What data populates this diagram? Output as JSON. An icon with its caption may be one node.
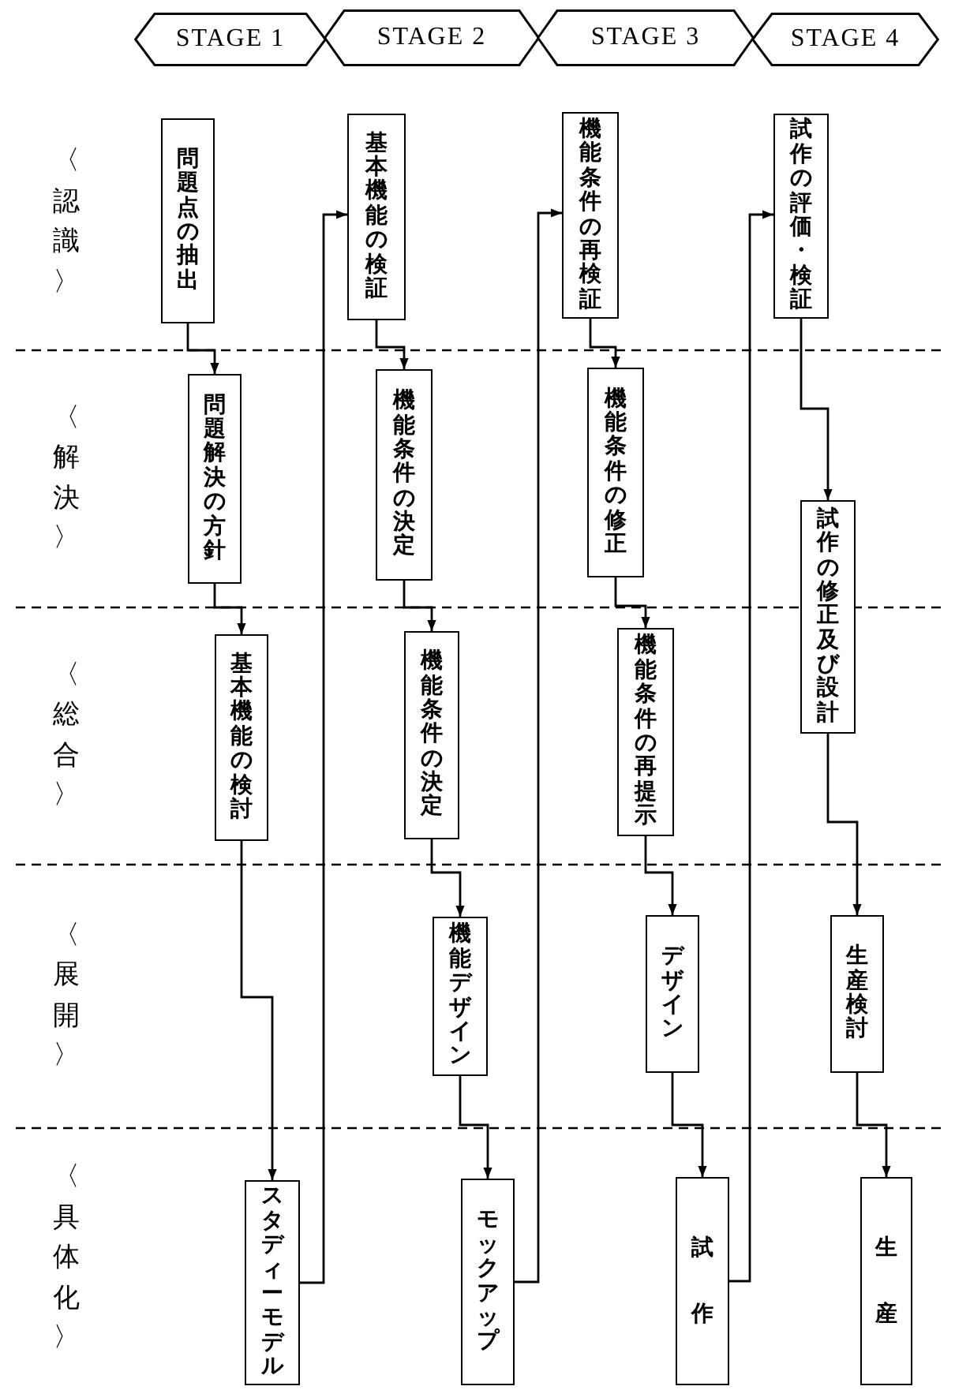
{
  "diagram": {
    "nodes": [
      {
        "text": [
          "STAGE 1"
        ]
      },
      {
        "text": [
          "STAGE 2"
        ]
      },
      {
        "text": [
          "STAGE 3"
        ]
      },
      {
        "text": [
          "STAGE 4"
        ]
      },
      {
        "text": [
          "問題点の抽出"
        ]
      },
      {
        "text": [
          "問題解決の方針"
        ]
      },
      {
        "text": [
          "基本機能の検討"
        ]
      },
      {
        "text": [
          "スタディーモデル"
        ]
      },
      {
        "text": [
          "基本機能の検証"
        ]
      },
      {
        "text": [
          "機能条件の決定"
        ]
      },
      {
        "text": [
          "機能条件の決定"
        ]
      },
      {
        "text": [
          "機能デザイン"
        ]
      },
      {
        "text": [
          "モックアップ"
        ]
      },
      {
        "text": [
          "機能条件の再検証"
        ]
      },
      {
        "text": [
          "機能条件の修正"
        ]
      },
      {
        "text": [
          "機能条件の再提示"
        ]
      },
      {
        "text": [
          "デザイン"
        ]
      },
      {
        "text": [
          "試作"
        ]
      },
      {
        "text": [
          "試作の評価・検証"
        ]
      },
      {
        "text": [
          "試作の修正及び設計"
        ]
      },
      {
        "text": [
          "生産検討"
        ]
      },
      {
        "text": [
          "生産"
        ]
      }
    ],
    "edges": [
      {
        "from": 4,
        "to": 5,
        "arrow": "to"
      },
      {
        "from": 5,
        "to": 6,
        "arrow": "to"
      },
      {
        "from": 6,
        "to": 7,
        "arrow": "to"
      },
      {
        "from": 7,
        "to": 8,
        "arrow": "to"
      },
      {
        "from": 8,
        "to": 9,
        "arrow": "to"
      },
      {
        "from": 9,
        "to": 10,
        "arrow": "to"
      },
      {
        "from": 10,
        "to": 11,
        "arrow": "to"
      },
      {
        "from": 11,
        "to": 12,
        "arrow": "to"
      },
      {
        "from": 12,
        "to": 13,
        "arrow": "to"
      },
      {
        "from": 13,
        "to": 14,
        "arrow": "to"
      },
      {
        "from": 14,
        "to": 15,
        "arrow": "to"
      },
      {
        "from": 15,
        "to": 16,
        "arrow": "to"
      },
      {
        "from": 16,
        "to": 17,
        "arrow": "to"
      },
      {
        "from": 17,
        "to": 18,
        "arrow": "to"
      },
      {
        "from": 18,
        "to": 19,
        "arrow": "to"
      },
      {
        "from": 19,
        "to": 20,
        "arrow": "to"
      },
      {
        "from": 20,
        "to": 21,
        "arrow": "to"
      }
    ],
    "labels": [
      "〈認識〉",
      "〈解決〉",
      "〈総合〉",
      "〈展開〉",
      "〈具体化〉"
    ]
  }
}
